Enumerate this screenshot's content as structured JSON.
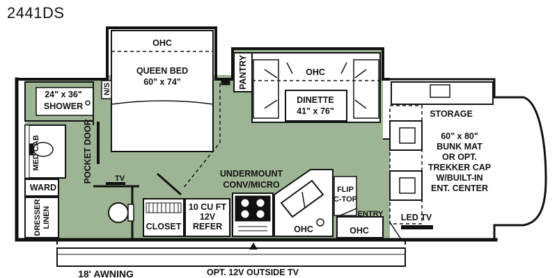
{
  "model": "2441DS",
  "colors": {
    "floor": "#9db594",
    "wall": "#111111",
    "fixture": "#ffffff",
    "background": "#ffffff"
  },
  "labels": {
    "ohc_bed": "OHC",
    "queen_bed": "QUEEN BED",
    "queen_bed_size": "60\" x 74\"",
    "ns": "N/S",
    "pantry": "PANTRY",
    "ohc_dinette": "OHC",
    "dinette": "DINETTE",
    "dinette_size": "41\" x 76\"",
    "shower_size": "24\" x 36\"",
    "shower": "SHOWER",
    "pocket_door": "POCKET DOOR",
    "med_cab": "MED CAB",
    "ward": "WARD",
    "dresser": "DRESSER",
    "linen": "LINEN",
    "tv": "TV",
    "closet": "CLOSET",
    "refer_1": "10 CU FT",
    "refer_2": "12V",
    "refer_3": "REFER",
    "undermount": "UNDERMOUNT",
    "conv_micro": "CONV/MICRO",
    "flip": "FLIP",
    "c_top": "C-TOP",
    "entry": "ENTRY",
    "ohc_galley": "OHC",
    "ohc_entry": "OHC",
    "storage": "STORAGE",
    "bunk_1": "60\" x 80\"",
    "bunk_2": "BUNK MAT",
    "bunk_3": "OR OPT.",
    "bunk_4": "TREKKER CAP",
    "bunk_5": "W/BUILT-IN",
    "bunk_6": "ENT. CENTER",
    "led_tv": "LED TV",
    "awning": "18' AWNING",
    "outside_tv": "OPT. 12V OUTSIDE TV"
  }
}
